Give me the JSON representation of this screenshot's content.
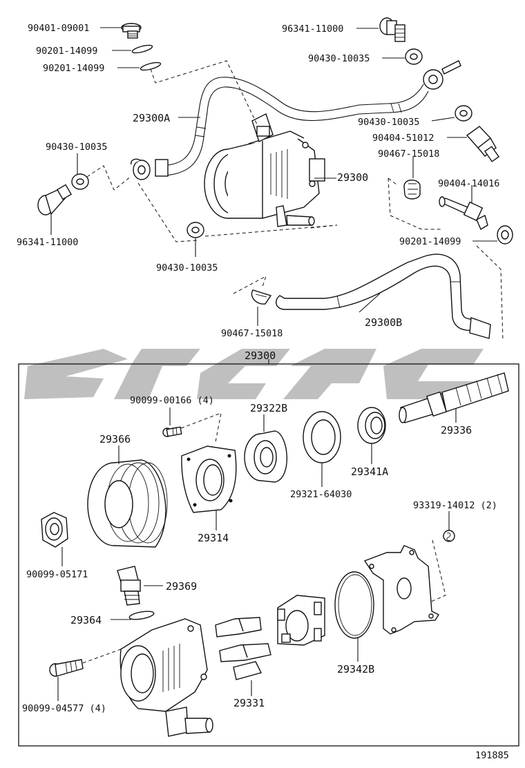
{
  "diagram_id": "191885",
  "watermark": {
    "color": "#b4b4b4"
  },
  "labels": {
    "p90401_09001": "90401-09001",
    "p90201_14099_a": "90201-14099",
    "p90201_14099_b": "90201-14099",
    "p96341_11000_top": "96341-11000",
    "p90430_10035_a": "90430-10035",
    "p29300A": "29300A",
    "p90430_10035_b": "90430-10035",
    "p90404_51012": "90404-51012",
    "p90467_15018_a": "90467-15018",
    "p90430_10035_left": "90430-10035",
    "p29300_top": "29300",
    "p90404_1401": "90404-14016",
    "p96341_11000_left": "96341-11000",
    "p90201_14099_c": "90201-14099",
    "p90430_10035_bottom": "90430-10035",
    "p29300B": "29300B",
    "p90467_15018_b": "90467-15018",
    "p29300_box": "29300",
    "p90099_00166": "90099-00166 (4)",
    "p29322B": "29322B",
    "p29336": "29336",
    "p29366": "29366",
    "p29341A": "29341A",
    "p29321_64030": "29321-64030",
    "p93319_14012": "93319-14012 (2)",
    "p29314": "29314",
    "p90099_05171": "90099-05171",
    "p29369": "29369",
    "p29364": "29364",
    "p29342B": "29342B",
    "p90099_04577": "90099-04577 (4)",
    "p29331": "29331",
    "footer_id": "191885"
  }
}
